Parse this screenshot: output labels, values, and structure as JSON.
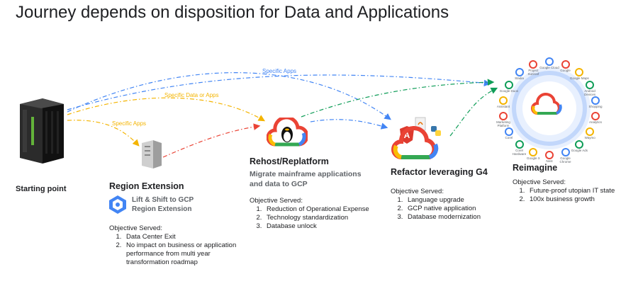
{
  "title": "Journey depends on disposition for Data and Applications",
  "arrow_labels": {
    "specific_apps_top": "Specific Apps",
    "specific_data_or_apps": "Specific Data or Apps",
    "specific_apps_mid": "Specific Apps"
  },
  "starting_point": {
    "label": "Starting point"
  },
  "region_extension": {
    "title": "Region Extension",
    "badge_line1": "Lift & Shift to GCP",
    "badge_line2": "Region Extension",
    "objective_heading": "Objective Served:",
    "objectives": [
      "Data Center Exit",
      "No impact on business or application performance from multi year transformation roadmap"
    ]
  },
  "rehost": {
    "title": "Rehost/Replatform",
    "subtitle_line1": "Migrate mainframe applications",
    "subtitle_line2": "and data to GCP",
    "objective_heading": "Objective Served:",
    "objectives": [
      "Reduction of Operational Expense",
      "Technology standardization",
      "Database unlock"
    ]
  },
  "refactor": {
    "title": "Refactor leveraging G4",
    "objective_heading": "Objective Served:",
    "objectives": [
      "Language upgrade",
      "GCP  native application",
      "Database modernization"
    ]
  },
  "reimagine": {
    "title": "Reimagine",
    "objective_heading": "Objective Served:",
    "objectives": [
      "Future-proof utopian IT state",
      "100x business growth"
    ],
    "ring_tiles": [
      "Google Cloud",
      "Google",
      "Google Maps",
      "Android Devices",
      "Shopping",
      "Analytics",
      "Waymo",
      "Google Ads",
      "Google Chrome",
      "Nest",
      "Google X",
      "Corel Hardware",
      "Corel",
      "Marketing Platform",
      "Assistant",
      "Google Duos",
      "Stadia",
      "Project Sunroof"
    ]
  },
  "colors": {
    "blue": "#4285F4",
    "orange": "#F4B400",
    "red": "#EA4335",
    "green": "#0F9D58"
  }
}
